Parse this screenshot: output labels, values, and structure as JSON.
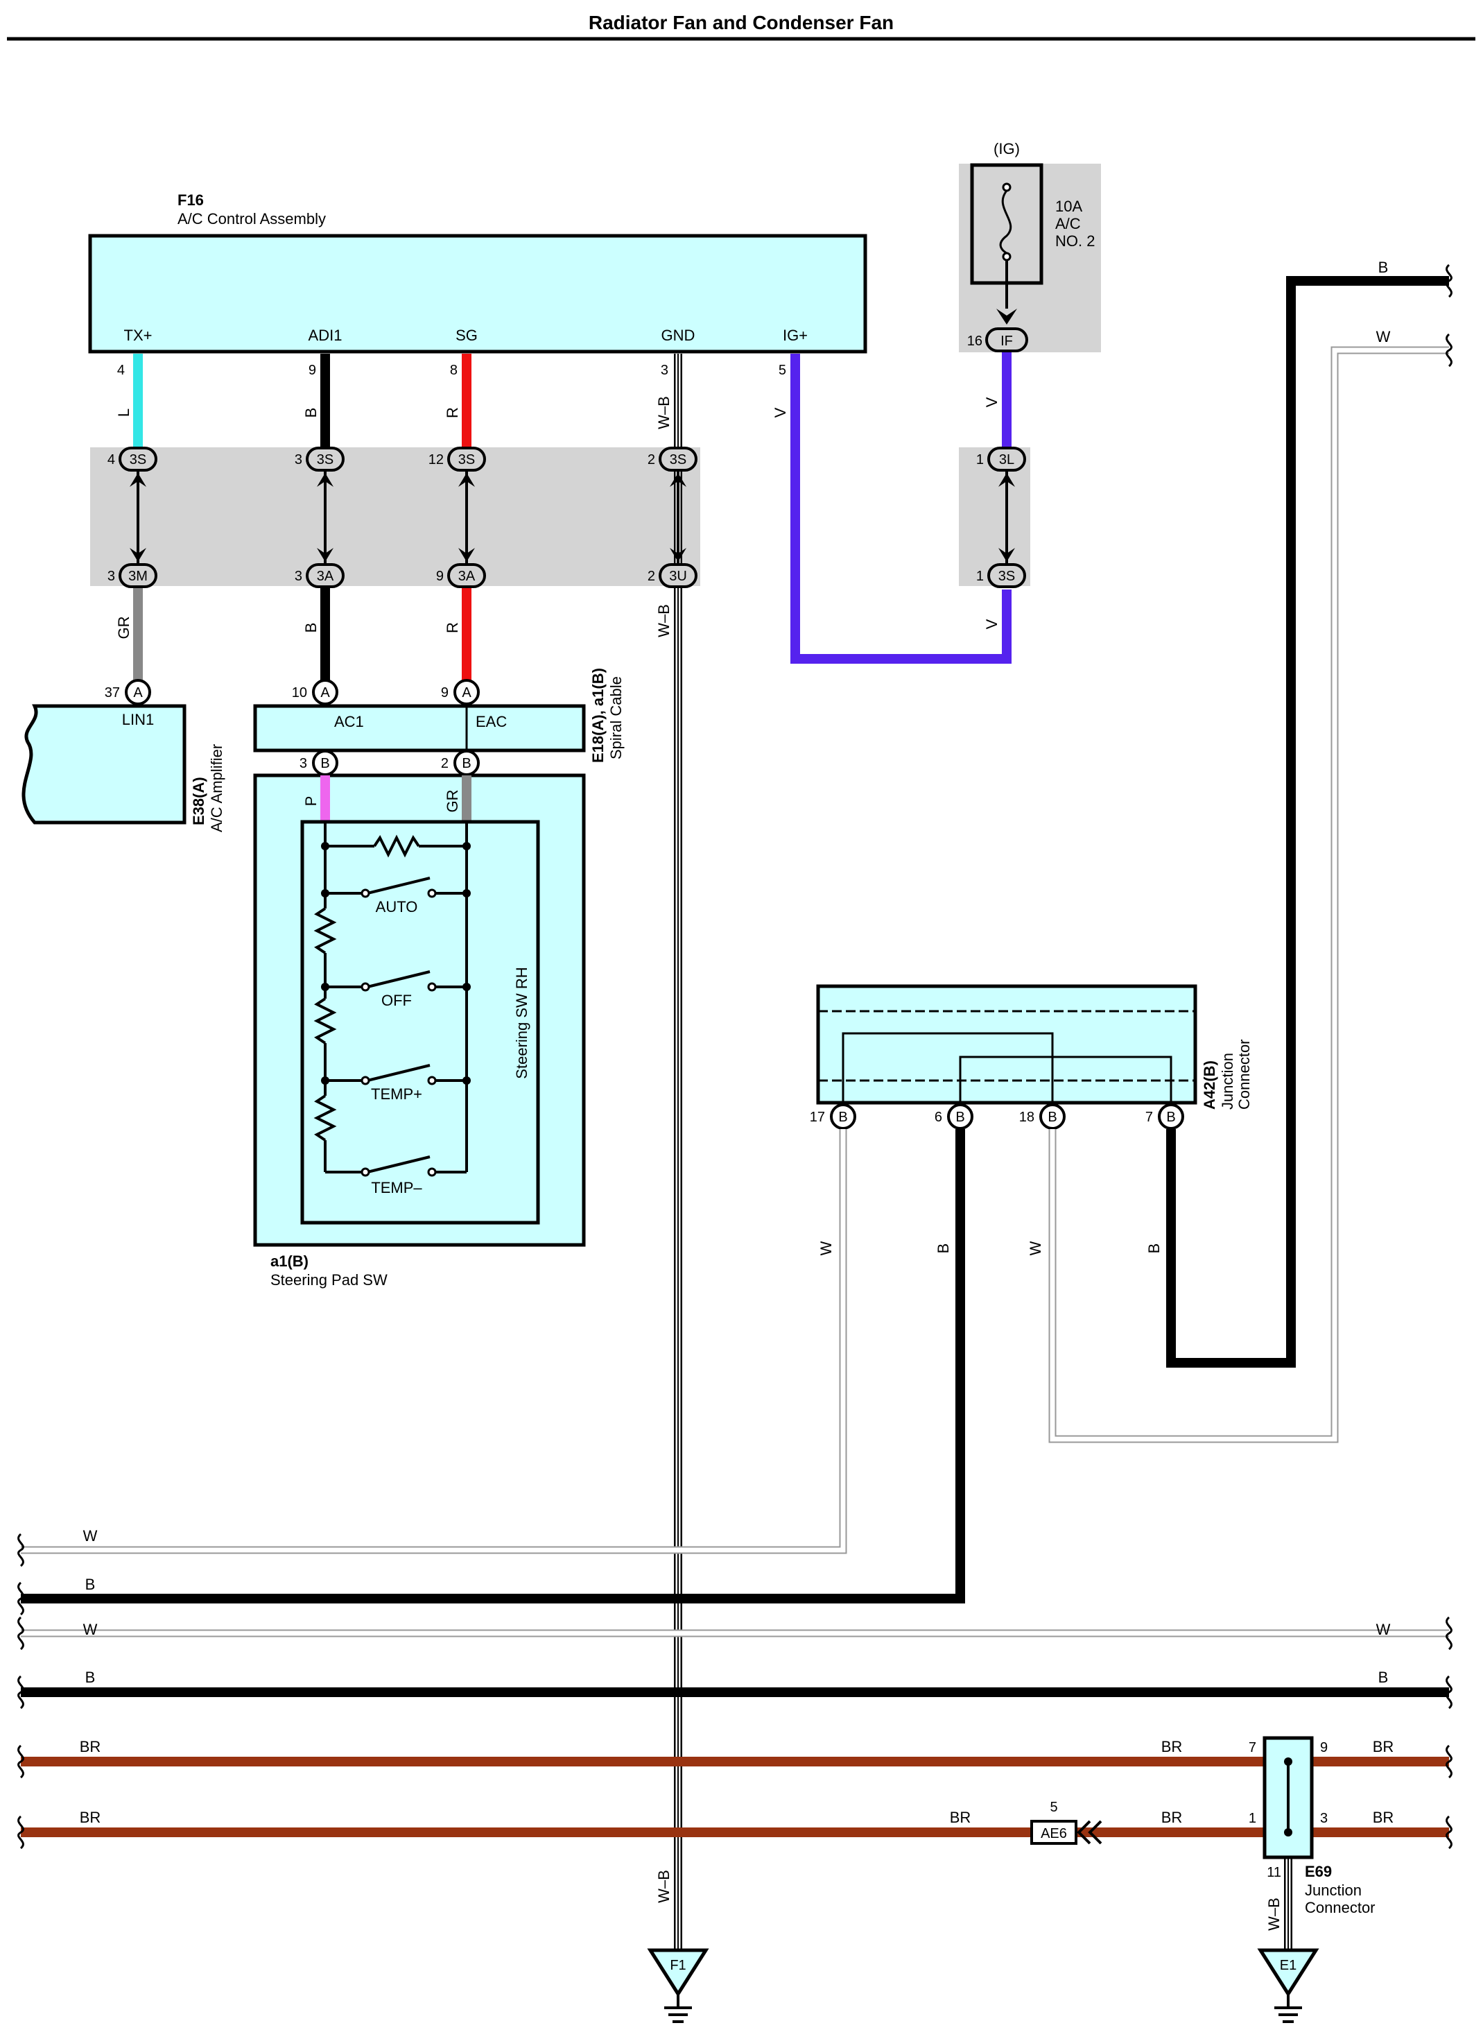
{
  "title": "Radiator Fan and Condenser Fan",
  "colors": {
    "light_cyan": "#ccffff",
    "gray_panel": "#d4d4d4",
    "L_wire": "#33e6e6",
    "R_wire": "#ee1111",
    "V_wire": "#5522ee",
    "P_wire": "#ee66ee",
    "GR_wire": "#888888",
    "BR_wire": "#993311",
    "B_wire": "#000000"
  },
  "components": {
    "f16": {
      "ref": "F16",
      "name": "A/C Control Assembly",
      "pins": [
        "TX+",
        "ADI1",
        "SG",
        "GND",
        "IG+"
      ],
      "pin_nums": [
        "4",
        "9",
        "8",
        "3",
        "5"
      ]
    },
    "ig": {
      "label": "(IG)",
      "fuse_lines": [
        "10A",
        "A/C",
        "NO. 2"
      ]
    },
    "e38": {
      "ref": "E38(A)",
      "name": "A/C Amplifier",
      "pin": "LIN1",
      "pin_num": "37",
      "conn": "A"
    },
    "e18": {
      "ref": "E18(A), a1(B)",
      "name": "Spiral Cable",
      "pins": [
        "AC1",
        "EAC"
      ],
      "top_nums": [
        "10",
        "9"
      ],
      "bot_nums": [
        "3",
        "2"
      ]
    },
    "a1": {
      "ref": "a1(B)",
      "name": "Steering Pad SW",
      "inner": "Steering SW RH",
      "switches": [
        "AUTO",
        "OFF",
        "TEMP+",
        "TEMP–"
      ]
    },
    "a42": {
      "ref": "A42(B)",
      "name_lines": [
        "Junction",
        "Connector"
      ],
      "pins": [
        "17",
        "6",
        "18",
        "7"
      ],
      "conn": "B"
    },
    "e69": {
      "ref": "E69",
      "name_lines": [
        "Junction",
        "Connector"
      ],
      "pins": [
        "7",
        "9",
        "1",
        "3",
        "11"
      ]
    },
    "ae6": {
      "label": "AE6",
      "pin": "5"
    },
    "grounds": [
      "F1",
      "E1"
    ]
  },
  "connectors": {
    "upper": [
      {
        "num": "4",
        "id": "3S"
      },
      {
        "num": "3",
        "id": "3S"
      },
      {
        "num": "12",
        "id": "3S"
      },
      {
        "num": "2",
        "id": "3S"
      },
      {
        "num": "1",
        "id": "3L"
      }
    ],
    "lower": [
      {
        "num": "3",
        "id": "3M"
      },
      {
        "num": "3",
        "id": "3A"
      },
      {
        "num": "9",
        "id": "3A"
      },
      {
        "num": "2",
        "id": "3U"
      },
      {
        "num": "1",
        "id": "3S"
      }
    ],
    "if": {
      "num": "16",
      "id": "IF"
    }
  },
  "wires": {
    "upper": [
      "L",
      "B",
      "R",
      "W–B",
      "V",
      "V"
    ],
    "lower": [
      "GR",
      "B",
      "R",
      "W–B",
      "V"
    ],
    "pad": [
      "P",
      "GR"
    ],
    "a42": [
      "W",
      "B",
      "W",
      "B"
    ],
    "right_top": [
      "B",
      "W"
    ],
    "bus": [
      {
        "left": "W",
        "right": ""
      },
      {
        "left": "B",
        "right": ""
      },
      {
        "left": "W",
        "right": "W"
      },
      {
        "left": "B",
        "right": "B"
      },
      {
        "left": "BR",
        "mid": "BR",
        "right": "BR"
      },
      {
        "left": "BR",
        "mid": "BR",
        "mid2": "BR",
        "right": "BR"
      }
    ],
    "gnd_f1": "W–B",
    "gnd_e1": "W–B"
  }
}
